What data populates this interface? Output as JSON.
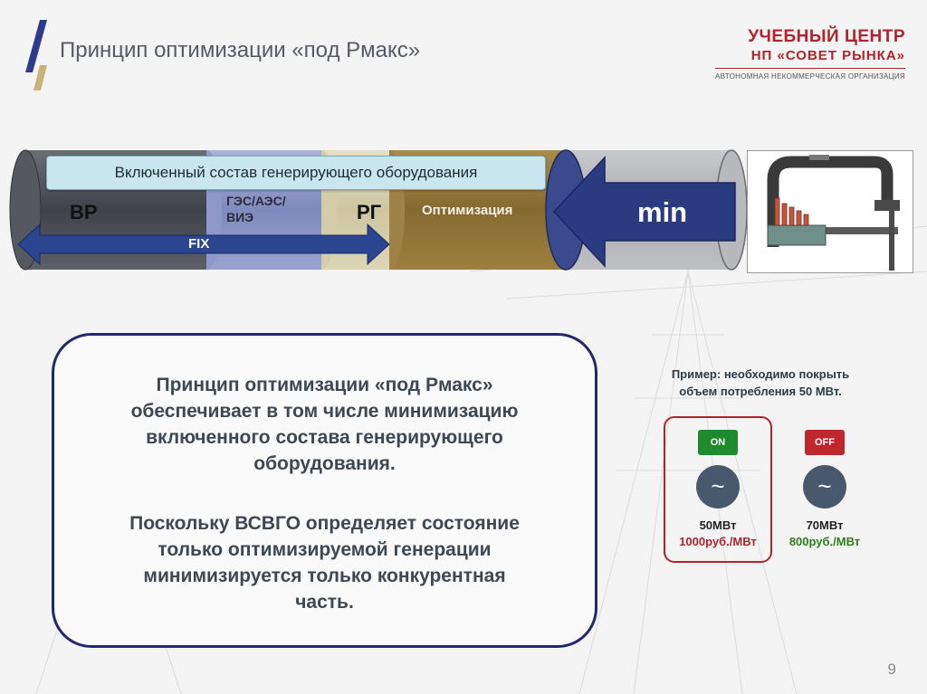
{
  "header": {
    "title": "Принцип оптимизации «под Рмакс»"
  },
  "brand": {
    "line1": "УЧЕБНЫЙ ЦЕНТР",
    "line2": "НП «СОВЕТ РЫНКА»",
    "line3": "АВТОНОМНАЯ НЕКОММЕРЧЕСКАЯ ОРГАНИЗАЦИЯ",
    "color": "#b0232b"
  },
  "diagram": {
    "included_label": "Включенный состав генерирующего оборудования",
    "segments": {
      "vr": "ВР",
      "ges_line1": "ГЭС/АЭС/",
      "ges_line2": "ВИЭ",
      "rg": "РГ",
      "opt": "Оптимизация"
    },
    "fix_label": "FIX",
    "min_label": "min",
    "colors": {
      "vr": "#4a4e55",
      "ges": "#8d97c7",
      "rg": "#d7d1ad",
      "opt": "#94773a",
      "arrow": "#2b3b80"
    }
  },
  "main": {
    "para1": [
      "Принцип оптимизации «под Рмакс»",
      "обеспечивает в том числе минимизацию",
      "включенного состава генерирующего",
      "оборудования."
    ],
    "para2": [
      "Поскольку ВСВГО определяет состояние",
      "только оптимизируемой генерации",
      "минимизируется только конкурентная",
      "часть."
    ]
  },
  "example": {
    "title_line1": "Пример: необходимо покрыть",
    "title_line2": "объем потребления 50 МВт.",
    "gen_on": {
      "status": "ON",
      "symbol": "~",
      "mw": "50МВт",
      "price": "1000руб./МВт",
      "status_color": "#1f8a2b",
      "price_color": "#b0232b"
    },
    "gen_off": {
      "status": "OFF",
      "symbol": "~",
      "mw": "70МВт",
      "price": "800руб./МВт",
      "status_color": "#c0272d",
      "price_color": "#2e7d1f"
    }
  },
  "page_number": "9"
}
